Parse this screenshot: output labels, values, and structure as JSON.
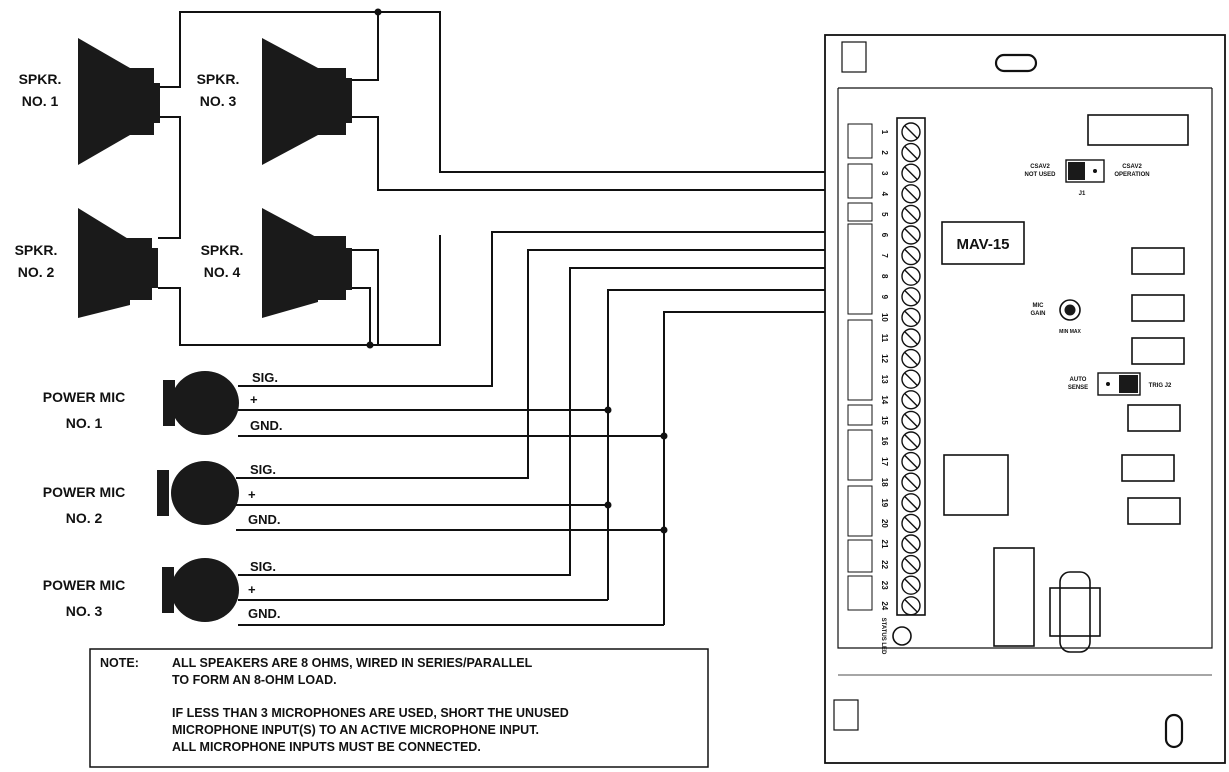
{
  "speakers": {
    "spk1": [
      "SPKR.",
      "NO. 1"
    ],
    "spk2": [
      "SPKR.",
      "NO. 2"
    ],
    "spk3": [
      "SPKR.",
      "NO. 3"
    ],
    "spk4": [
      "SPKR.",
      "NO. 4"
    ]
  },
  "mics": [
    {
      "line1": "POWER MIC",
      "line2": "NO. 1",
      "sig": "SIG.",
      "plus": "+",
      "gnd": "GND."
    },
    {
      "line1": "POWER MIC",
      "line2": "NO. 2",
      "sig": "SIG.",
      "plus": "+",
      "gnd": "GND."
    },
    {
      "line1": "POWER MIC",
      "line2": "NO. 3",
      "sig": "SIG.",
      "plus": "+",
      "gnd": "GND."
    }
  ],
  "note": {
    "label": "NOTE:",
    "lines": [
      "ALL SPEAKERS ARE 8 OHMS, WIRED IN SERIES/PARALLEL",
      "TO FORM AN 8-OHM LOAD.",
      "IF LESS THAN 3 MICROPHONES ARE USED, SHORT THE UNUSED",
      "MICROPHONE INPUT(S) TO AN ACTIVE MICROPHONE INPUT.",
      "ALL MICROPHONE INPUTS MUST BE CONNECTED."
    ]
  },
  "board": {
    "model": "MAV-15",
    "terminals": [
      "1",
      "2",
      "3",
      "4",
      "5",
      "6",
      "7",
      "8",
      "9",
      "10",
      "11",
      "12",
      "13",
      "14",
      "15",
      "16",
      "17",
      "18",
      "19",
      "20",
      "21",
      "22",
      "23",
      "24"
    ],
    "j1_left": [
      "CSAV2",
      "NOT USED"
    ],
    "j1_right": [
      "CSAV2",
      "OPERATION"
    ],
    "j1_label": "J1",
    "mic_gain": [
      "MIC",
      "GAIN"
    ],
    "min_max": "MIN MAX",
    "auto_sense": [
      "AUTO",
      "SENSE"
    ],
    "trig_j2": "TRIG J2",
    "status_led": "STATUS LED"
  }
}
